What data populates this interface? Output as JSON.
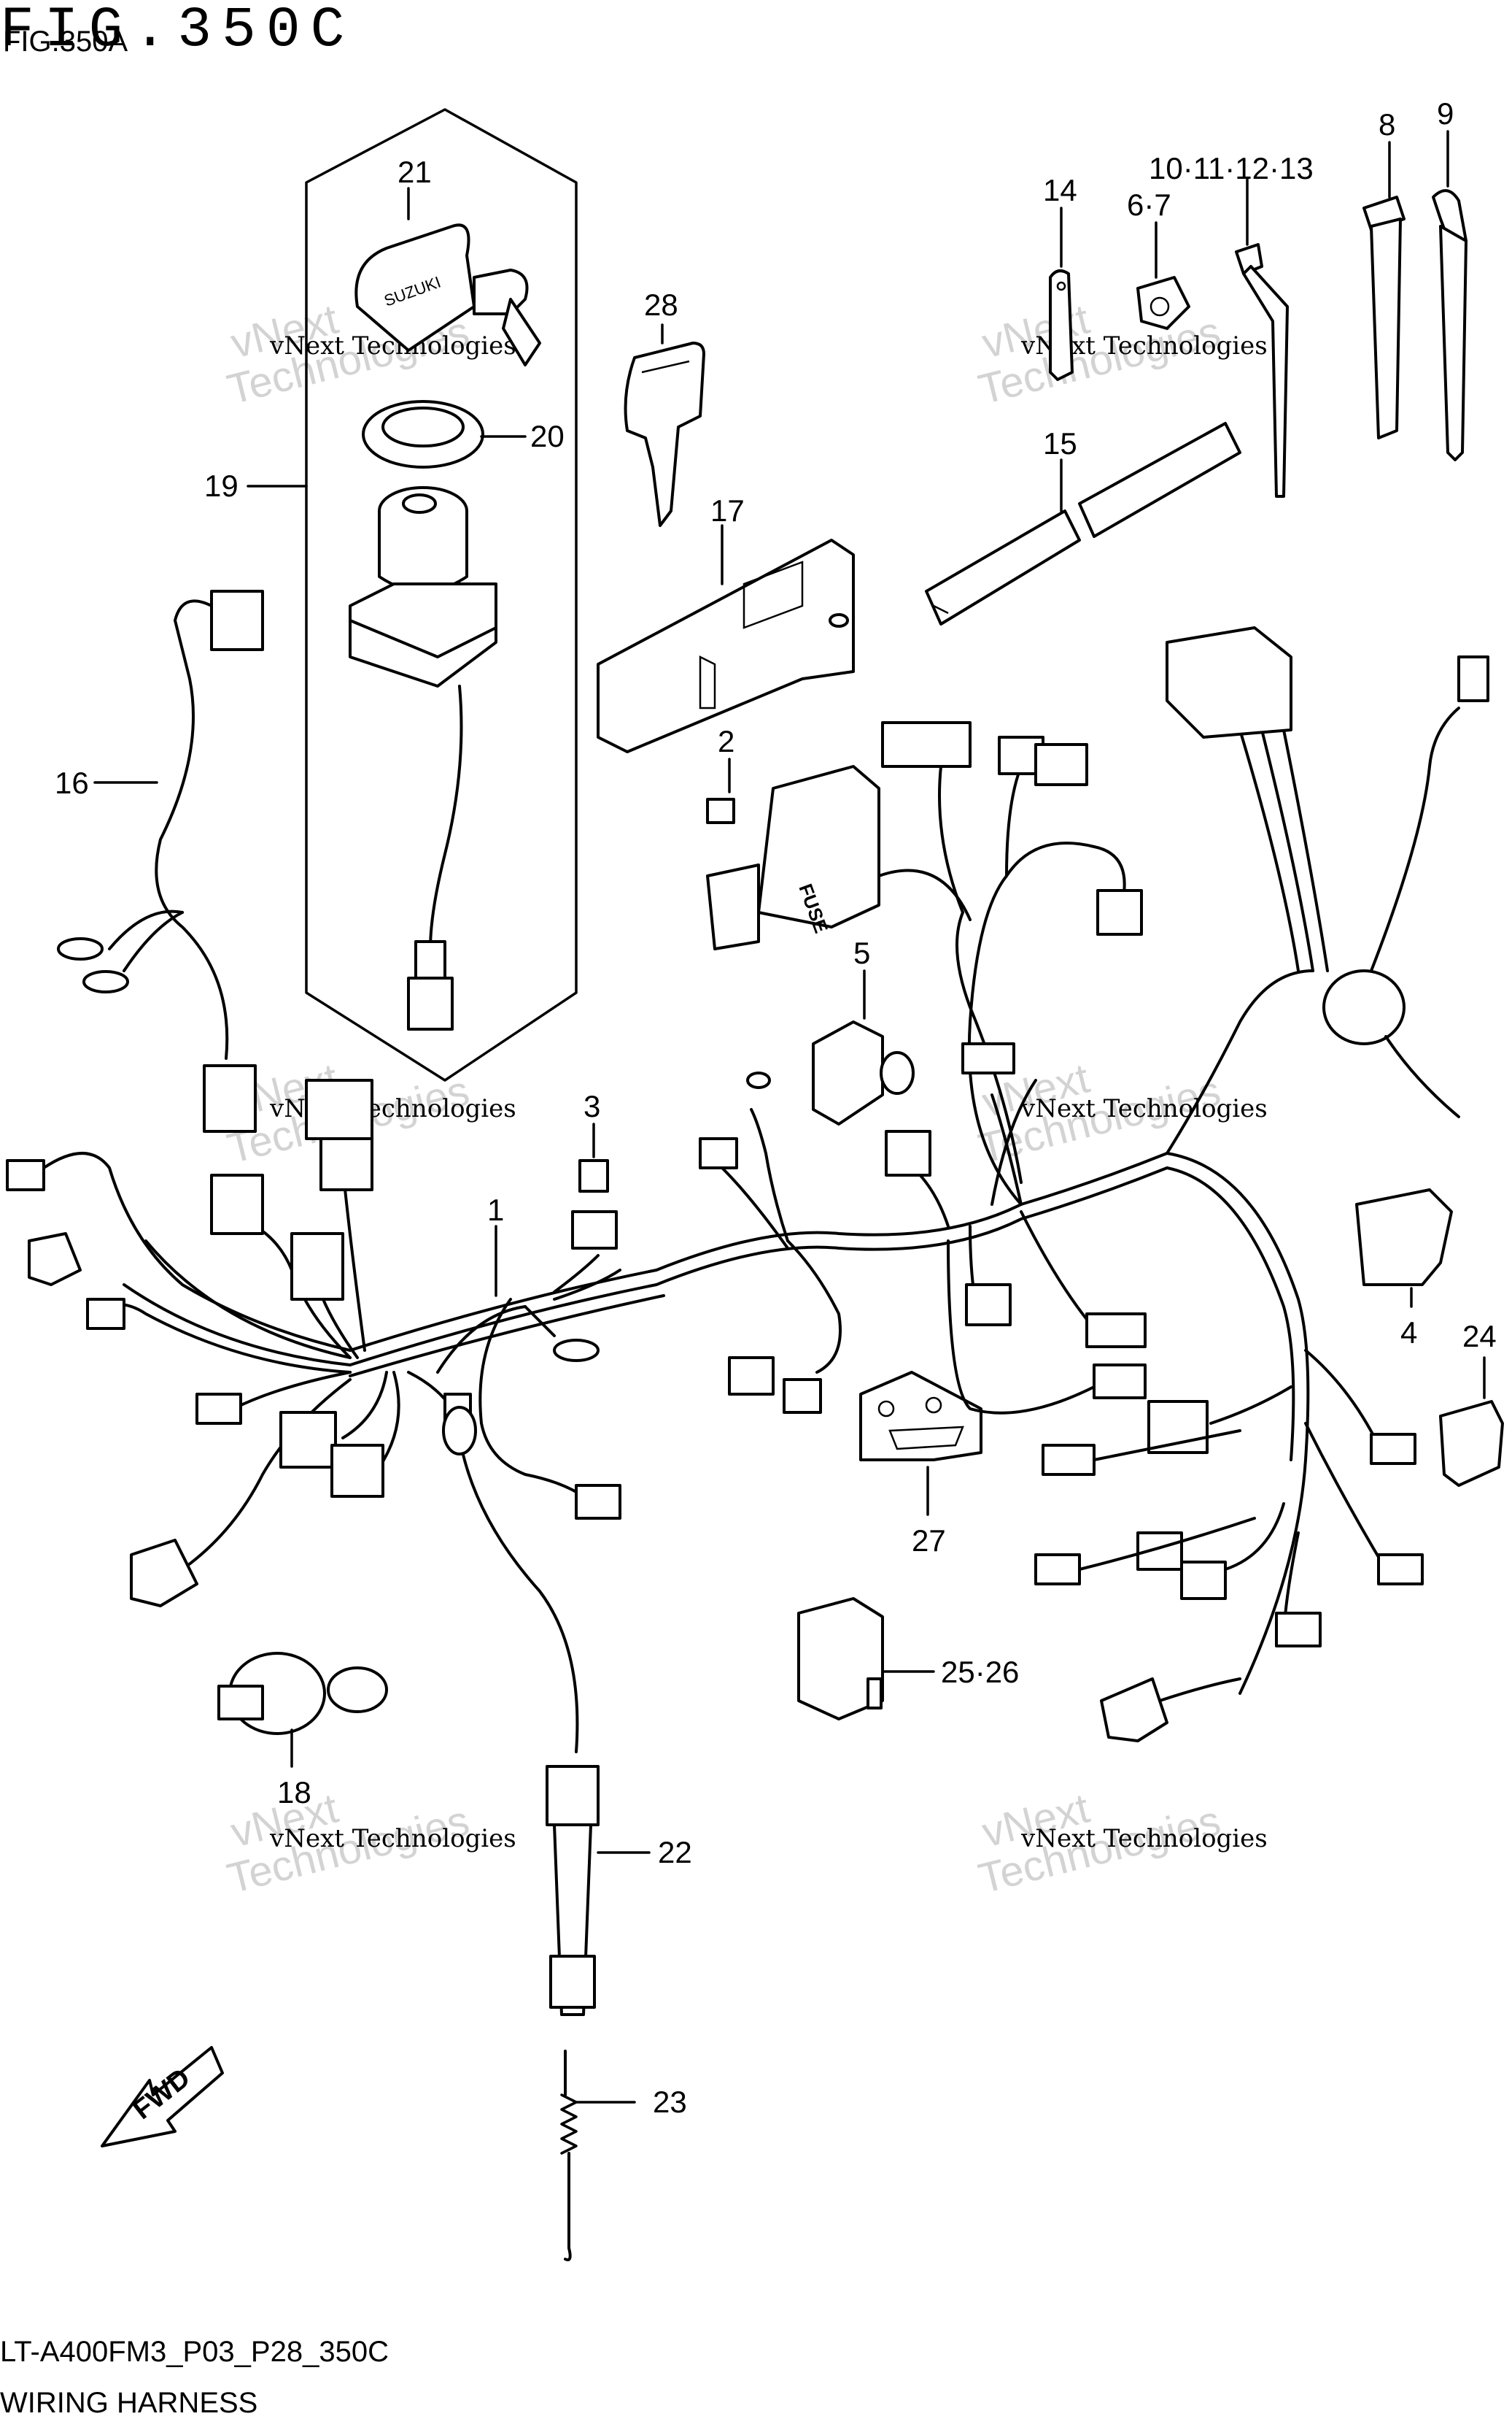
{
  "figure": {
    "title": "FIG.350C",
    "subtitle": "FIG.350A",
    "code": "LT-A400FM3_P03_P28_350C",
    "name": "WIRING HARNESS"
  },
  "labels": {
    "p1": "1",
    "p2": "2",
    "p3": "3",
    "p4": "4",
    "p5": "5",
    "p67": "6·7",
    "p8": "8",
    "p9": "9",
    "p1013": "10·11·12·13",
    "p14": "14",
    "p15": "15",
    "p16": "16",
    "p17": "17",
    "p18": "18",
    "p19": "19",
    "p20": "20",
    "p21": "21",
    "p22": "22",
    "p23": "23",
    "p24": "24",
    "p2526": "25·26",
    "p27": "27",
    "p28": "28"
  },
  "fwd_label": "FWD",
  "fuse_text": "FUSE",
  "key_brand": "SUZUKI",
  "watermark": {
    "line1": "vNext Technologies",
    "line2": "vNext",
    "line3": "Technologies"
  }
}
